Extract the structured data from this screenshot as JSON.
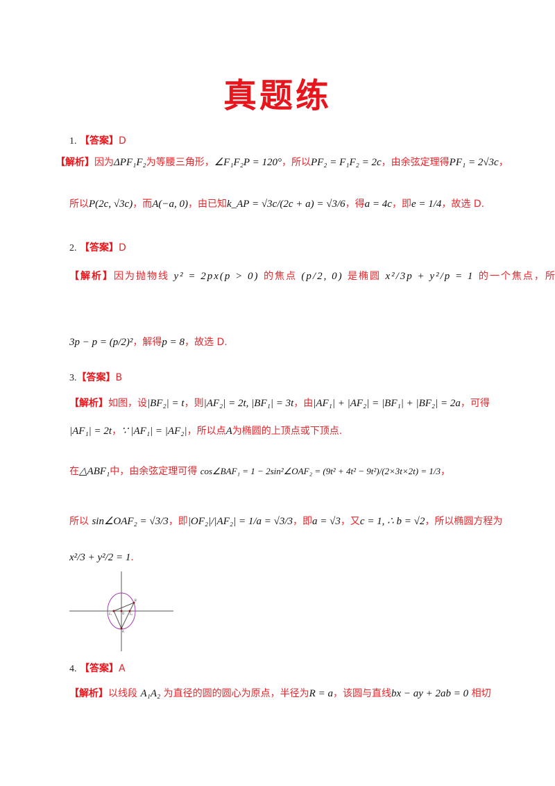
{
  "title": "真题练",
  "answer_tag": "【答案】",
  "analysis_tag": "【解析】",
  "q1": {
    "number": "1.",
    "answer": "D",
    "line1": [
      "因为",
      "ΔPF₁F₂",
      "为等腰三角形，",
      "∠F₁F₂P = 120°",
      "，所以",
      "PF₂ = F₁F₂ = 2c",
      "，由余弦定理得",
      "PF₁ = 2√3c",
      "，"
    ],
    "line2": [
      "所以",
      "P(2c, √3c)",
      "，而",
      "A(−a, 0)",
      "，由已知",
      "k_AP = √3c/(2c + a) = √3/6",
      "，得",
      "a = 4c",
      "，即",
      "e = 1/4",
      "，故选 D."
    ]
  },
  "q2": {
    "number": "2.",
    "answer": "D",
    "line1": [
      "因为抛物线",
      "y² = 2px(p > 0)",
      "的焦点",
      "(p/2, 0)",
      "是椭圆",
      "x²/3p + y²/p = 1",
      "的一个焦点，所以"
    ],
    "line2": [
      "3p − p = (p/2)²",
      "，解得",
      "p = 8",
      "，故选 D."
    ]
  },
  "q3": {
    "number": "3.",
    "answer": "B",
    "line1": [
      "如图，设",
      "|BF₂| = t",
      "，则",
      "|AF₂| = 2t, |BF₁| = 3t",
      "，由",
      "|AF₁| + |AF₂| = |BF₁| + |BF₂| = 2a",
      "，可得"
    ],
    "line2": [
      "|AF₁| = 2t",
      "，",
      "∵ |AF₁| = |AF₂|",
      "，所以点",
      "A",
      "为椭圆的上顶点或下顶点."
    ],
    "line3": [
      "在",
      "△ABF₁",
      "中，由余弦定理可得",
      "cos∠BAF₁ = 1 − 2sin²∠OAF₂ = (9t² + 4t² − 9t²)/(2×3t×2t) = 1/3",
      "，"
    ],
    "line4": [
      "所以",
      "sin∠OAF₂ = √3/3",
      "，即",
      "|OF₂|/|AF₂| = 1/a = √3/3",
      "，即",
      "a = √3",
      "，又",
      "c = 1, ∴ b = √2",
      "，所以椭圆方程为"
    ],
    "line5": [
      "x²/3 + y²/2 = 1",
      "."
    ],
    "figure_labels": [
      "F₁",
      "O",
      "F₂",
      "B",
      "A"
    ],
    "figure_colors": {
      "ellipse": "#a43ab0",
      "axes": "#555555",
      "points": "#8b1a1a"
    }
  },
  "q4": {
    "number": "4.",
    "answer": "A",
    "line1": [
      "以线段",
      "A₁A₂",
      "为直径的圆的圆心为原点，半径为",
      "R = a",
      "，该圆与直线",
      "bx − ay + 2ab = 0",
      "相切"
    ]
  }
}
